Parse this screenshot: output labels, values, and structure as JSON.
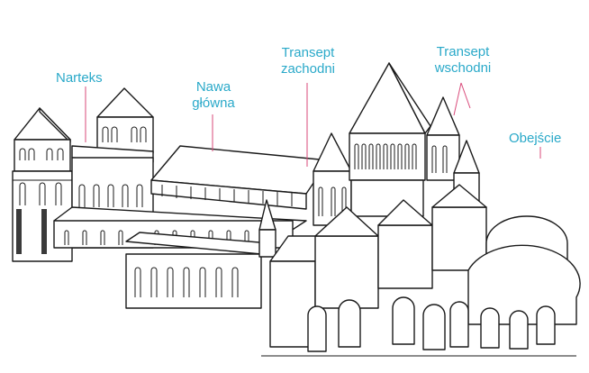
{
  "labels": {
    "narthex": "Narteks",
    "nave_line1": "Nawa",
    "nave_line2": "główna",
    "west_transept_line1": "Transept",
    "west_transept_line2": "zachodni",
    "east_transept_line1": "Transept",
    "east_transept_line2": "wschodni",
    "ambulatory": "Obejście"
  },
  "colors": {
    "label": "#2aa9c9",
    "leader": "#d94a7a",
    "drawing": "#1a1a1a"
  }
}
